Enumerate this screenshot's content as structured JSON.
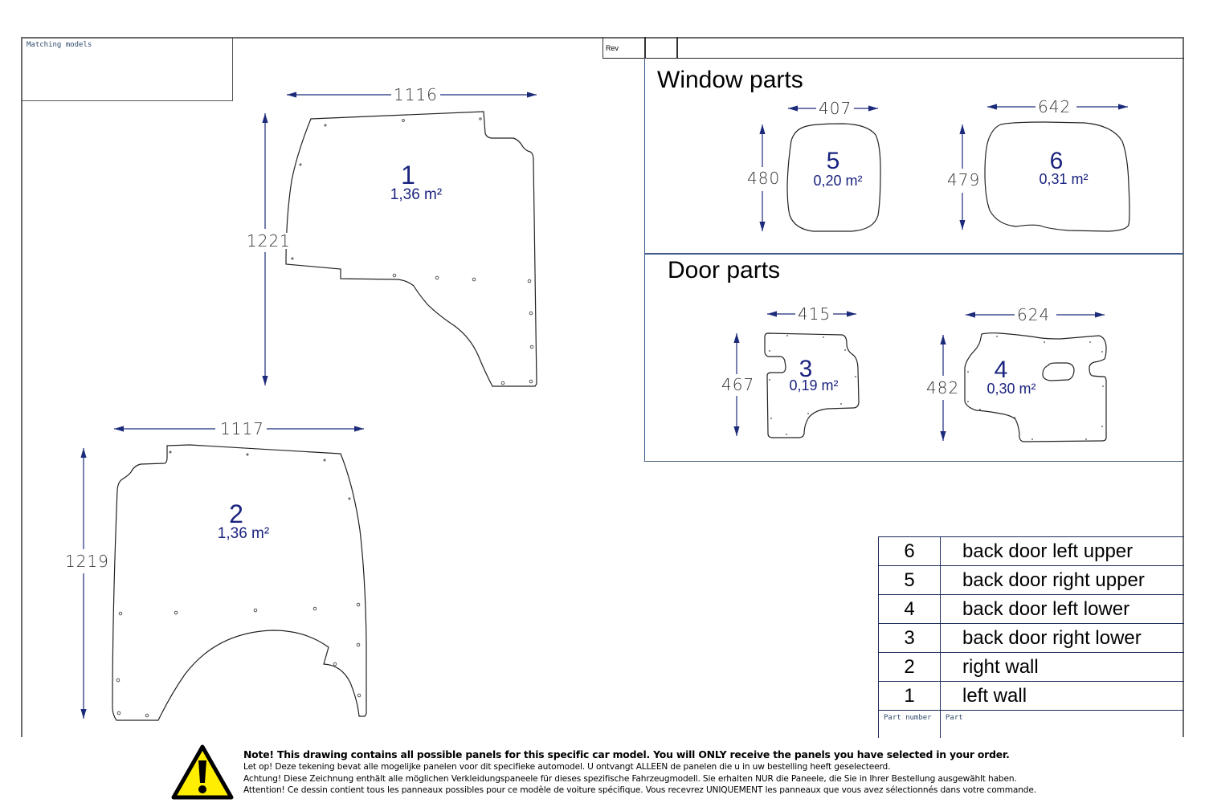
{
  "title_block": {
    "matching_models_label": "Matching models",
    "rev_label": "Rev"
  },
  "sections": {
    "window_parts_title": "Window parts",
    "door_parts_title": "Door parts"
  },
  "parts": [
    {
      "number": "1",
      "area": "1,36 m²",
      "width_mm": "1116",
      "height_mm": "1221",
      "name": "left wall"
    },
    {
      "number": "2",
      "area": "1,36 m²",
      "width_mm": "1117",
      "height_mm": "1219",
      "name": "right wall"
    },
    {
      "number": "3",
      "area": "0,19 m²",
      "width_mm": "415",
      "height_mm": "467",
      "name": "back door right lower"
    },
    {
      "number": "4",
      "area": "0,30 m²",
      "width_mm": "624",
      "height_mm": "482",
      "name": "back door left lower"
    },
    {
      "number": "5",
      "area": "0,20 m²",
      "width_mm": "407",
      "height_mm": "480",
      "name": "back door right upper"
    },
    {
      "number": "6",
      "area": "0,31 m²",
      "width_mm": "642",
      "height_mm": "479",
      "name": "back door left upper"
    }
  ],
  "legend": {
    "rows": [
      {
        "number": "6",
        "part": "back door left upper"
      },
      {
        "number": "5",
        "part": "back door right upper"
      },
      {
        "number": "4",
        "part": "back door left lower"
      },
      {
        "number": "3",
        "part": "back door right lower"
      },
      {
        "number": "2",
        "part": "right wall"
      },
      {
        "number": "1",
        "part": "left wall"
      }
    ],
    "header_part_number": "Part number",
    "header_part": "Part"
  },
  "notice": {
    "icon": "warning-triangle-icon",
    "en": "Note! This drawing contains all possible panels for this specific car model. You will ONLY receive the panels you have selected in your order.",
    "nl": "Let op! Deze tekening bevat alle mogelijke panelen voor dit specifieke automodel. U ontvangt ALLEEN de panelen die u in uw bestelling heeft geselecteerd.",
    "de": "Achtung! Diese Zeichnung enthält alle möglichen Verkleidungspaneele für dieses spezifische Fahrzeugmodell. Sie erhalten NUR die Paneele, die Sie in Ihrer Bestellung ausgewählt haben.",
    "fr": "Attention! Ce dessin contient tous les panneaux possibles pour ce modèle de voiture spécifique. Vous recevrez UNIQUEMENT les panneaux que vous avez sélectionnés dans votre commande."
  },
  "colors": {
    "part_label": "#1a237e",
    "dimension_arrow": "#1c2a7a",
    "frame": "#6b6b6b",
    "section_border": "#3a5a8a",
    "warning_yellow": "#ffee00"
  }
}
